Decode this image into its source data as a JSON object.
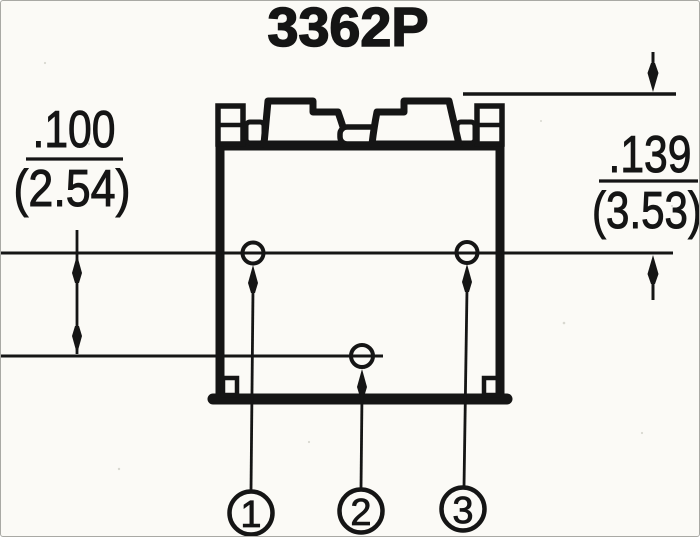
{
  "title": "3362P",
  "dimensions": {
    "left": {
      "inches": ".100",
      "mm": "(2.54)"
    },
    "right": {
      "inches": ".139",
      "mm": "(3.53)"
    }
  },
  "pins": [
    {
      "label": "1"
    },
    {
      "label": "2"
    },
    {
      "label": "3"
    }
  ],
  "colors": {
    "ink": "#151515",
    "paper": "#fbfaf6"
  }
}
